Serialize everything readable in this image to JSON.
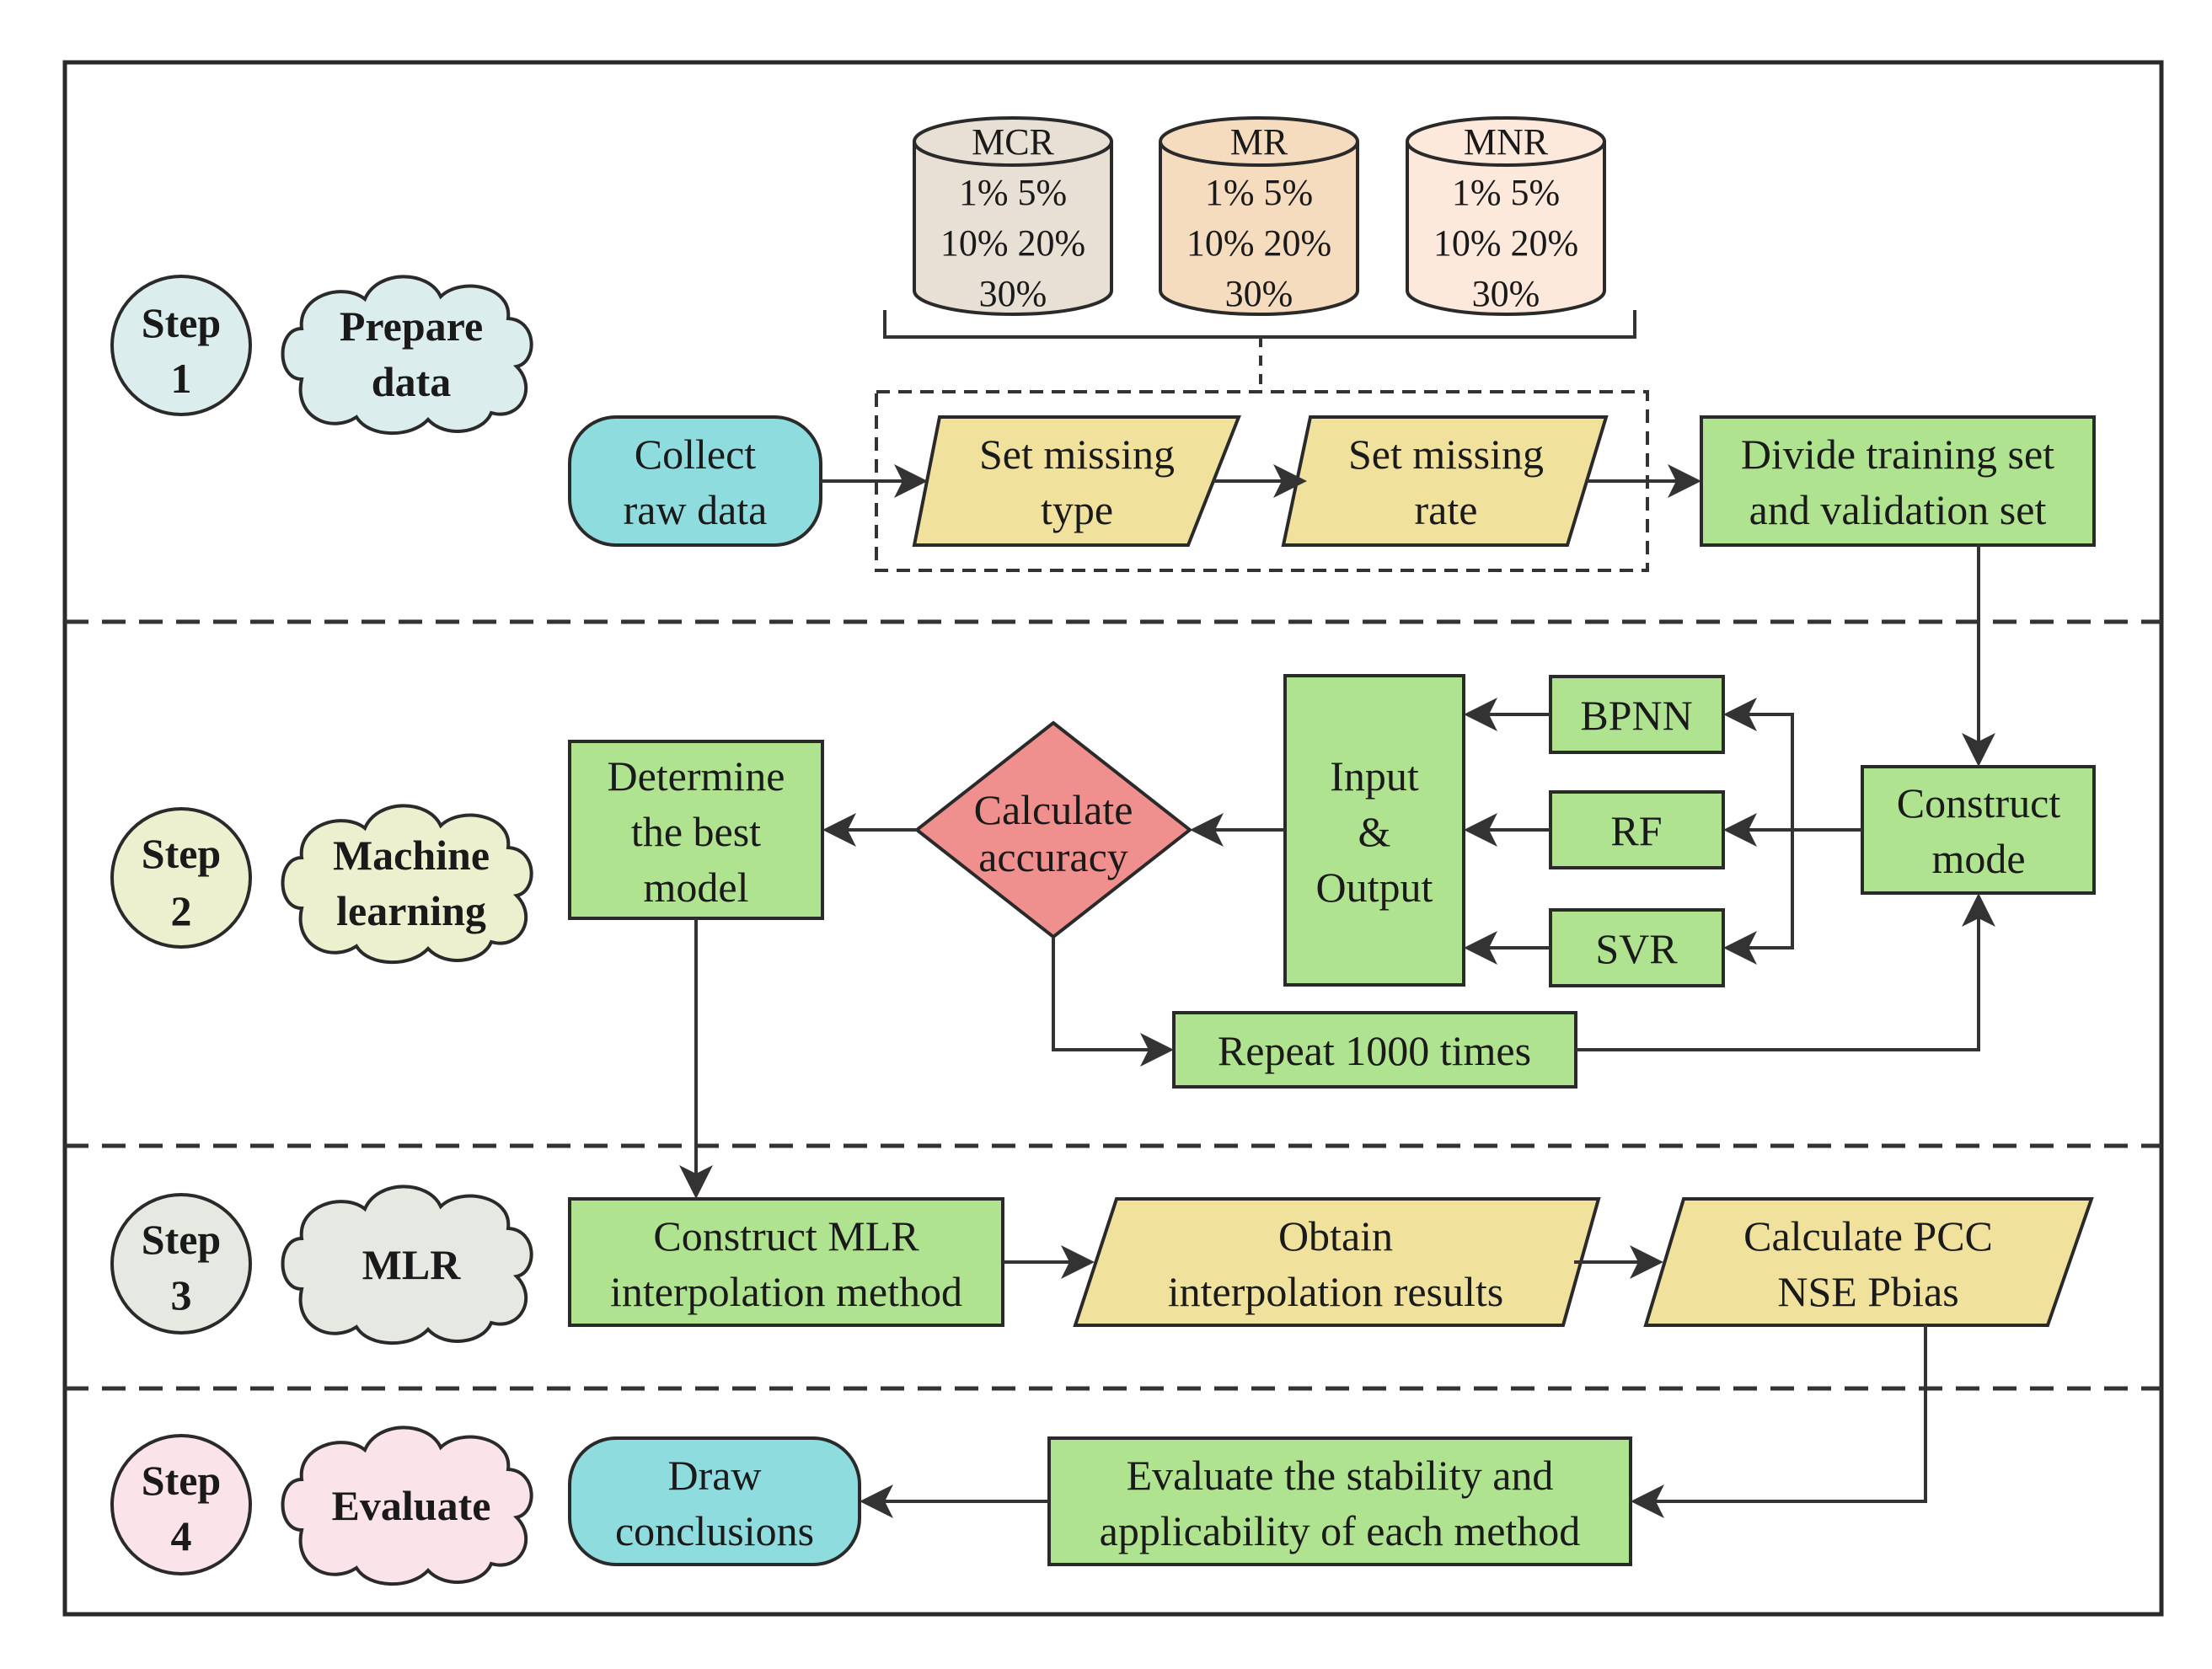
{
  "colors": {
    "green": "#b0e38f",
    "yellow": "#f0e19d",
    "cyan": "#8fdcde",
    "red": "#f0908e",
    "mcr": "#e8e0d5",
    "mr": "#f6dcbf",
    "mnr": "#fde9dc",
    "step1": "#dcedee",
    "step2": "#edf0cf",
    "step3": "#e6e9e2",
    "step4": "#fbe3ea"
  },
  "steps": [
    {
      "title": "Step",
      "num": "1",
      "cloud": [
        "Prepare",
        "data"
      ]
    },
    {
      "title": "Step",
      "num": "2",
      "cloud": [
        "Machine",
        "learning"
      ]
    },
    {
      "title": "Step",
      "num": "3",
      "cloud": [
        "MLR"
      ]
    },
    {
      "title": "Step",
      "num": "4",
      "cloud": [
        "Evaluate"
      ]
    }
  ],
  "cylinders": [
    {
      "name": "MCR",
      "rates": [
        "1% 5%",
        "10% 20%",
        "30%"
      ]
    },
    {
      "name": "MR",
      "rates": [
        "1% 5%",
        "10% 20%",
        "30%"
      ]
    },
    {
      "name": "MNR",
      "rates": [
        "1% 5%",
        "10% 20%",
        "30%"
      ]
    }
  ],
  "nodes": {
    "collect": [
      "Collect",
      "raw data"
    ],
    "set_type": [
      "Set missing",
      "type"
    ],
    "set_rate": [
      "Set missing",
      "rate"
    ],
    "divide": [
      "Divide training set",
      "and validation set"
    ],
    "construct_mode": [
      "Construct",
      "mode"
    ],
    "bpnn": [
      "BPNN"
    ],
    "rf": [
      "RF"
    ],
    "svr": [
      "SVR"
    ],
    "io": [
      "Input",
      "&",
      "Output"
    ],
    "accuracy": [
      "Calculate",
      "accuracy"
    ],
    "best": [
      "Determine",
      "the best",
      "model"
    ],
    "repeat": [
      "Repeat 1000 times"
    ],
    "mlr": [
      "Construct MLR",
      "interpolation method"
    ],
    "obtain": [
      "Obtain",
      "interpolation results"
    ],
    "pcc": [
      "Calculate  PCC",
      "NSE  Pbias"
    ],
    "evaluate": [
      "Evaluate the stability and",
      "applicability of each method"
    ],
    "draw": [
      "Draw",
      "conclusions"
    ]
  }
}
